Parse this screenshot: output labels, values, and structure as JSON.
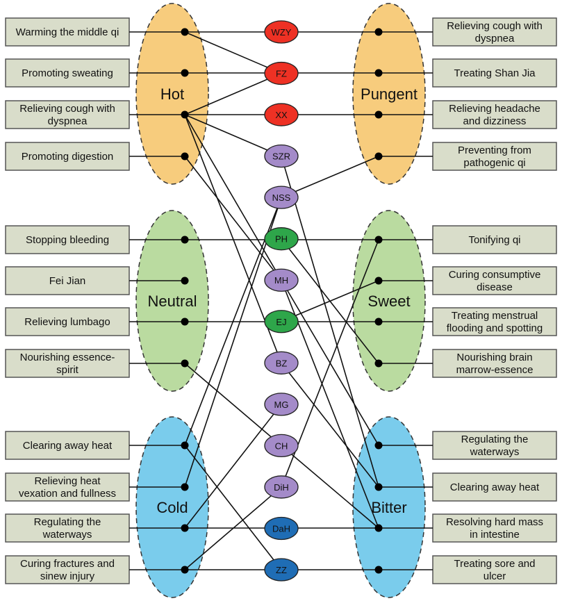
{
  "groups": {
    "hot": {
      "label": "Hot",
      "color": "#F7CC7D"
    },
    "neutral": {
      "label": "Neutral",
      "color": "#BADBA0"
    },
    "cold": {
      "label": "Cold",
      "color": "#7ACCEC"
    },
    "pungent": {
      "label": "Pungent",
      "color": "#F7CC7D"
    },
    "sweet": {
      "label": "Sweet",
      "color": "#BADBA0"
    },
    "bitter": {
      "label": "Bitter",
      "color": "#7ACCEC"
    }
  },
  "box_color": "#D9DDCA",
  "left_boxes": [
    {
      "id": "L1",
      "group": "hot",
      "lines": [
        "Warming the middle qi"
      ]
    },
    {
      "id": "L2",
      "group": "hot",
      "lines": [
        "Promoting sweating"
      ]
    },
    {
      "id": "L3",
      "group": "hot",
      "lines": [
        "Relieving cough with",
        "dyspnea"
      ]
    },
    {
      "id": "L4",
      "group": "hot",
      "lines": [
        "Promoting digestion"
      ]
    },
    {
      "id": "L5",
      "group": "neutral",
      "lines": [
        "Stopping bleeding"
      ]
    },
    {
      "id": "L6",
      "group": "neutral",
      "lines": [
        "Fei Jian"
      ]
    },
    {
      "id": "L7",
      "group": "neutral",
      "lines": [
        "Relieving lumbago"
      ]
    },
    {
      "id": "L8",
      "group": "neutral",
      "lines": [
        "Nourishing essence-",
        "spirit"
      ]
    },
    {
      "id": "L9",
      "group": "cold",
      "lines": [
        "Clearing away heat"
      ]
    },
    {
      "id": "L10",
      "group": "cold",
      "lines": [
        "Relieving heat",
        "vexation and fullness"
      ]
    },
    {
      "id": "L11",
      "group": "cold",
      "lines": [
        "Regulating the",
        "waterways"
      ]
    },
    {
      "id": "L12",
      "group": "cold",
      "lines": [
        "Curing fractures and",
        "sinew injury"
      ]
    }
  ],
  "right_boxes": [
    {
      "id": "R1",
      "group": "pungent",
      "lines": [
        "Relieving cough with",
        "dyspnea"
      ]
    },
    {
      "id": "R2",
      "group": "pungent",
      "lines": [
        "Treating Shan Jia"
      ]
    },
    {
      "id": "R3",
      "group": "pungent",
      "lines": [
        "Relieving headache",
        "and dizziness"
      ]
    },
    {
      "id": "R4",
      "group": "pungent",
      "lines": [
        "Preventing from",
        "pathogenic qi"
      ]
    },
    {
      "id": "R5",
      "group": "sweet",
      "lines": [
        "Tonifying qi"
      ]
    },
    {
      "id": "R6",
      "group": "sweet",
      "lines": [
        "Curing consumptive",
        "disease"
      ]
    },
    {
      "id": "R7",
      "group": "sweet",
      "lines": [
        "Treating menstrual",
        "flooding and spotting"
      ]
    },
    {
      "id": "R8",
      "group": "sweet",
      "lines": [
        "Nourishing brain",
        "marrow-essence"
      ]
    },
    {
      "id": "R9",
      "group": "bitter",
      "lines": [
        "Regulating the",
        "waterways"
      ]
    },
    {
      "id": "R10",
      "group": "bitter",
      "lines": [
        "Clearing away heat"
      ]
    },
    {
      "id": "R11",
      "group": "bitter",
      "lines": [
        "Resolving hard mass",
        "in intestine"
      ]
    },
    {
      "id": "R12",
      "group": "bitter",
      "lines": [
        "Treating sore and",
        "ulcer"
      ]
    }
  ],
  "herbs": [
    {
      "label": "WZY",
      "color": "#EE3124"
    },
    {
      "label": "FZ",
      "color": "#EE3124"
    },
    {
      "label": "XX",
      "color": "#EE3124"
    },
    {
      "label": "SZR",
      "color": "#A48BC9"
    },
    {
      "label": "NSS",
      "color": "#A48BC9"
    },
    {
      "label": "PH",
      "color": "#2EA64A"
    },
    {
      "label": "MH",
      "color": "#A48BC9"
    },
    {
      "label": "EJ",
      "color": "#2EA64A"
    },
    {
      "label": "BZ",
      "color": "#A48BC9"
    },
    {
      "label": "MG",
      "color": "#A48BC9"
    },
    {
      "label": "CH",
      "color": "#A48BC9"
    },
    {
      "label": "DiH",
      "color": "#A48BC9"
    },
    {
      "label": "DaH",
      "color": "#1F6DB5"
    },
    {
      "label": "ZZ",
      "color": "#1F6DB5"
    }
  ],
  "connections": [
    [
      "L1",
      "R1"
    ],
    [
      "L2",
      "R2"
    ],
    [
      "L3",
      "R3"
    ],
    [
      "L5",
      "R5"
    ],
    [
      "L7",
      "R7"
    ],
    [
      "L11",
      "R11"
    ],
    [
      "L12",
      "R12"
    ],
    [
      "L1",
      "FZ"
    ],
    [
      "L3",
      "FZ"
    ],
    [
      "L3",
      "SZR"
    ],
    [
      "L3",
      "MH"
    ],
    [
      "L3",
      "BZ"
    ],
    [
      "L4",
      "MH"
    ],
    [
      "L8",
      "CH"
    ],
    [
      "L9",
      "NSS"
    ],
    [
      "L9",
      "ZZ"
    ],
    [
      "L10",
      "NSS"
    ],
    [
      "L11",
      "MG"
    ],
    [
      "L12",
      "DiH"
    ],
    [
      "NSS",
      "R4"
    ],
    [
      "SZR",
      "R10"
    ],
    [
      "MH",
      "R9"
    ],
    [
      "MH",
      "R11"
    ],
    [
      "BZ",
      "R10"
    ],
    [
      "CH",
      "R11"
    ],
    [
      "EJ",
      "R6"
    ],
    [
      "DiH",
      "R5"
    ],
    [
      "PH",
      "R8"
    ]
  ]
}
